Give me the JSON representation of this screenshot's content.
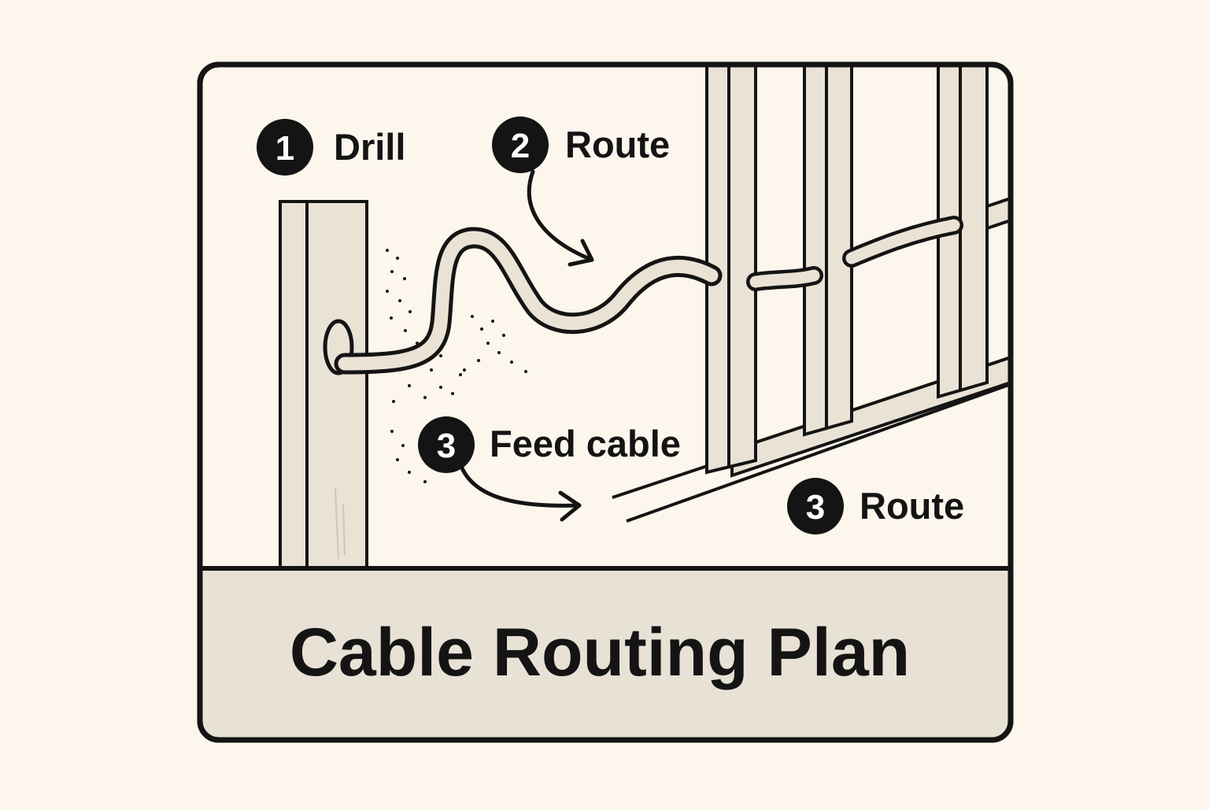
{
  "colors": {
    "background": "#fcf6ec",
    "panel": "#fcf6ec",
    "footer": "#e8e1d6",
    "wood": "#e9e2d5",
    "ink": "#141414",
    "badge": "#141414",
    "badge_text": "#ffffff"
  },
  "steps": [
    {
      "number": "1",
      "label": "Drill"
    },
    {
      "number": "2",
      "label": "Route"
    },
    {
      "number": "3",
      "label": "Feed cable"
    },
    {
      "number": "3",
      "label": "Route"
    }
  ],
  "title": "Cable Routing Plan"
}
